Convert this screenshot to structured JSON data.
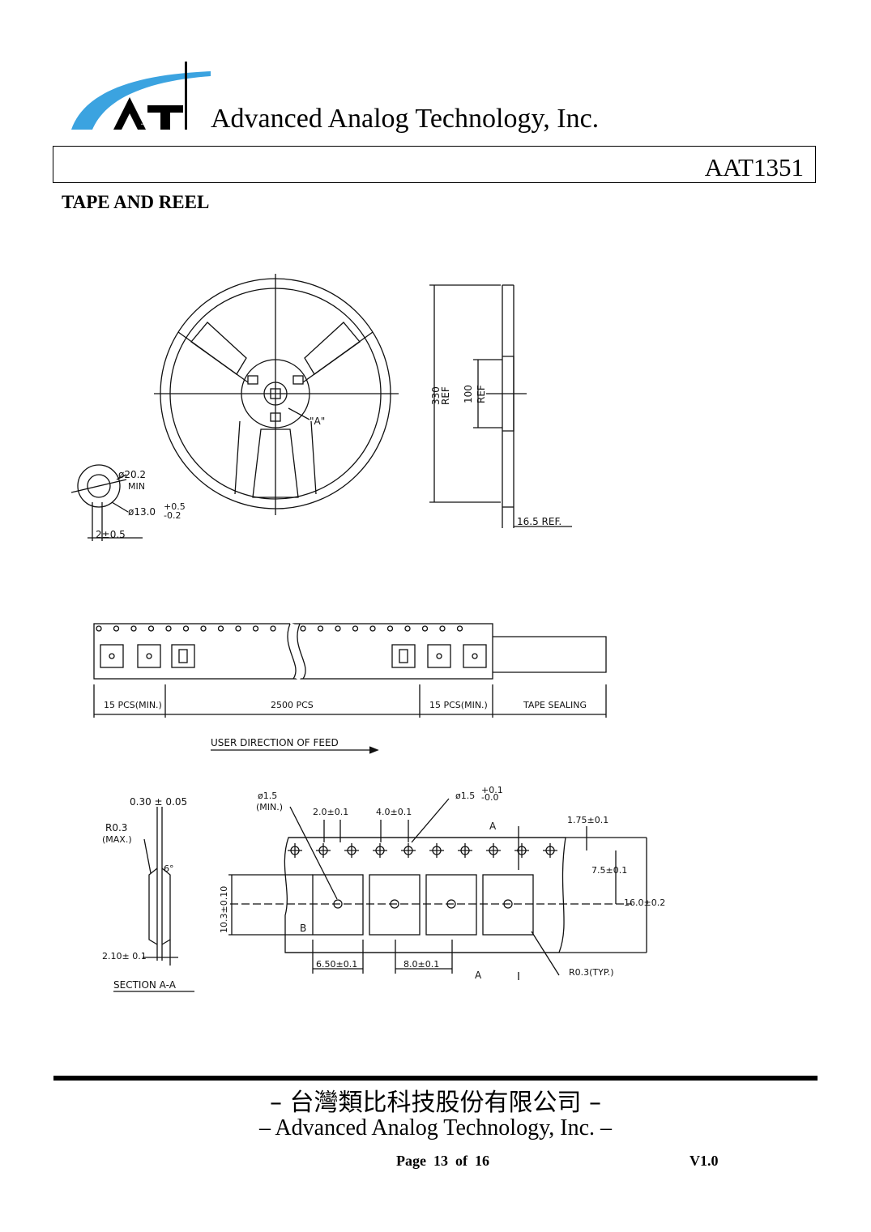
{
  "header": {
    "logo_text": "AAT",
    "company_name": "Advanced Analog Technology, Inc.",
    "part_number": "AAT1351"
  },
  "section_title": "TAPE AND REEL",
  "drawing": {
    "reel": {
      "dia_330": "330",
      "dia_330_ref": "REF",
      "hub_100": "100",
      "hub_100_ref": "REF",
      "width_ref": "16.5  REF.",
      "detail_a": "\"A\"",
      "hub_dia_1": "ø20.2",
      "hub_dia_1_note": "MIN",
      "hub_dia_2": "ø13.0",
      "hub_dia_2_tol_plus": "+0.5",
      "hub_dia_2_tol_minus": "-0.2",
      "slot_width": "2±0.5"
    },
    "tape_strip": {
      "seg1": "15  PCS(MIN.)",
      "seg2": "2500  PCS",
      "seg3": "15  PCS(MIN.)",
      "seg4": "TAPE  SEALING",
      "feed": "USER  DIRECTION  OF  FEED"
    },
    "section": {
      "thickness": "0.30 ± 0.05",
      "radius": "R0.3",
      "radius_note": "(MAX.)",
      "angle": "6°",
      "depth": "2.10± 0.1",
      "title": "SECTION  A-A"
    },
    "carrier": {
      "hole_dia": "ø1.5",
      "hole_note": "(MIN.)",
      "pitch_2": "2.0±0.1",
      "pitch_4": "4.0±0.1",
      "sprocket_dia": "ø1.5",
      "sprocket_tol_plus": "+0.1",
      "sprocket_tol_minus": "-0.0",
      "edge": "1.75±0.1",
      "center": "7.5±0.1",
      "width": "16.0±0.2",
      "pocket_len": "10.3±0.10",
      "pocket_w": "6.50±0.1",
      "pitch_8": "8.0±0.1",
      "corner": "R0.3(TYP.)",
      "cut_a": "A",
      "cut_b": "B"
    }
  },
  "footer": {
    "chinese_name": "– 台灣類比科技股份有限公司 –",
    "english_name": "– Advanced Analog Technology, Inc. –",
    "page": "Page  13  of  16",
    "version": "V1.0"
  }
}
